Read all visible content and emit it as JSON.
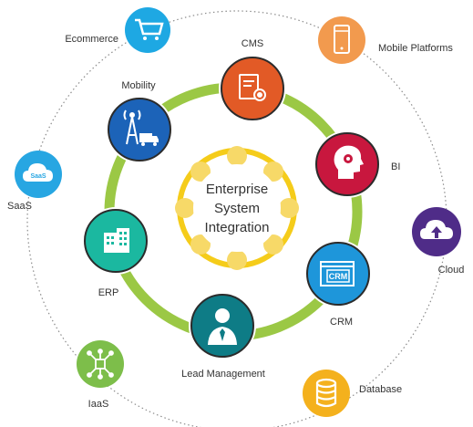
{
  "center": {
    "lines": [
      "Enterprise",
      "System",
      "Integration"
    ]
  },
  "inner_nodes": [
    {
      "id": "cms",
      "label": "CMS",
      "icon": "document-gear-icon",
      "color": "#E25A26"
    },
    {
      "id": "bi",
      "label": "BI",
      "icon": "head-gear-icon",
      "color": "#C8173E"
    },
    {
      "id": "crm",
      "label": "CRM",
      "icon": "crm-window-icon",
      "color": "#1E96DA"
    },
    {
      "id": "lead-management",
      "label": "Lead Management",
      "icon": "businessman-icon",
      "color": "#0E7C86"
    },
    {
      "id": "erp",
      "label": "ERP",
      "icon": "buildings-icon",
      "color": "#1BB8A0"
    },
    {
      "id": "mobility",
      "label": "Mobility",
      "icon": "tower-truck-icon",
      "color": "#1C63B8"
    }
  ],
  "outer_nodes": [
    {
      "id": "ecommerce",
      "label": "Ecommerce",
      "icon": "shopping-cart-icon",
      "color": "#1EA8E3"
    },
    {
      "id": "mobile-platforms",
      "label": "Mobile Platforms",
      "icon": "smartphone-icon",
      "color": "#F29A4E"
    },
    {
      "id": "cloud",
      "label": "Cloud",
      "icon": "cloud-upload-icon",
      "color": "#4F2C88"
    },
    {
      "id": "database",
      "label": "Database",
      "icon": "database-icon",
      "color": "#F4B11D"
    },
    {
      "id": "iaas",
      "label": "IaaS",
      "icon": "network-hub-icon",
      "color": "#7DBE4A"
    },
    {
      "id": "saas",
      "label": "SaaS",
      "icon": "saas-cloud-icon",
      "color": "#27A6E2",
      "badge": "SaaS"
    }
  ],
  "colors": {
    "ring": "#9BC845",
    "center_border": "#F5CC1A",
    "center_petals": "#F7D968",
    "orbit": "#8C8C8C"
  }
}
